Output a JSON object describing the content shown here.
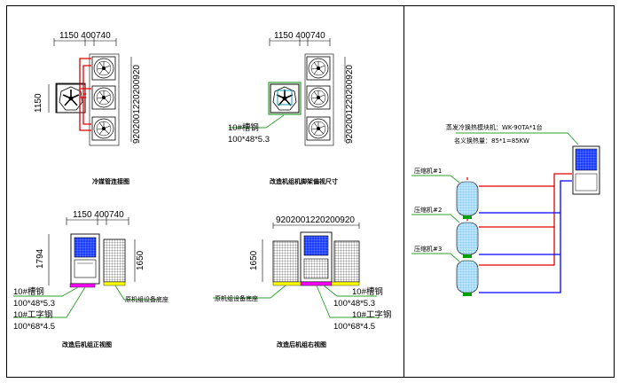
{
  "diagram": {
    "top_left": {
      "dim_top": "1150 400740",
      "dim_left": "1150",
      "dim_right": "9202001220200920",
      "caption": "冷媒管连接图"
    },
    "top_mid": {
      "dim_top": "1150 400740",
      "dim_right": "9202001220200920",
      "steel_label": "10#槽钢",
      "steel_spec": "100*48*5.3",
      "caption": "改造机组机脚架偏视尺寸"
    },
    "bottom_left": {
      "dim_top": "1150 400740",
      "dim_height": "1794",
      "dim_height2": "1650",
      "steel_label": "10#槽钢",
      "steel_spec": "100*48*5.3",
      "ibeam_label": "10#工字钢",
      "ibeam_spec": "100*68*4.5",
      "base_label": "原机组设备底座",
      "caption": "改造后机组正视图"
    },
    "bottom_mid": {
      "dim_top": "9202001220200920",
      "dim_height": "1650",
      "base_label": "原机组设备底座",
      "steel_label": "10#槽钢",
      "steel_spec": "100*48*5.3",
      "ibeam_label": "10#工字钢",
      "ibeam_spec": "100*68*4.5",
      "caption": "改造后机组右视图"
    },
    "right": {
      "module_label": "蒸发冷换热模块机：WK-90TA*1台",
      "capacity_label": "名义换热量：85*1=85KW",
      "compressors": [
        "压缩机#1",
        "压缩机#2",
        "压缩机#3"
      ]
    },
    "colors": {
      "refrigerant_hot": "#e00000",
      "refrigerant_cold": "#0000ff",
      "leader": "#2ca02c",
      "coil": "#1a3cff",
      "base_magenta": "#ff00ff",
      "base_yellow": "#ffff00",
      "pipe_green": "#00a000"
    }
  }
}
